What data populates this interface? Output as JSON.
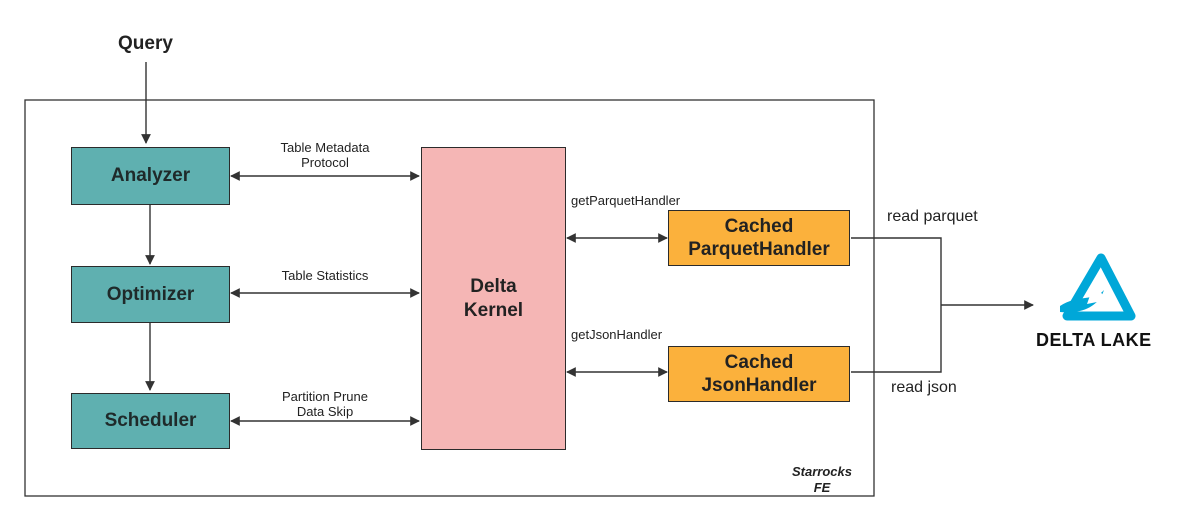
{
  "query_label": "Query",
  "container": {
    "label_line1": "Starrocks",
    "label_line2": "FE"
  },
  "fe_components": {
    "analyzer": "Analyzer",
    "optimizer": "Optimizer",
    "scheduler": "Scheduler"
  },
  "delta_kernel": {
    "line1": "Delta",
    "line2": "Kernel"
  },
  "handlers": {
    "parquet": {
      "line1": "Cached",
      "line2": "ParquetHandler"
    },
    "json": {
      "line1": "Cached",
      "line2": "JsonHandler"
    }
  },
  "edge_labels": {
    "analyzer_kernel_line1": "Table Metadata",
    "analyzer_kernel_line2": "Protocol",
    "optimizer_kernel": "Table Statistics",
    "scheduler_kernel_line1": "Partition Prune",
    "scheduler_kernel_line2": "Data Skip",
    "get_parquet": "getParquetHandler",
    "get_json": "getJsonHandler",
    "read_parquet": "read parquet",
    "read_json": "read json"
  },
  "delta_lake_logo": {
    "text": "DELTA LAKE",
    "color": "#00a7d8"
  }
}
